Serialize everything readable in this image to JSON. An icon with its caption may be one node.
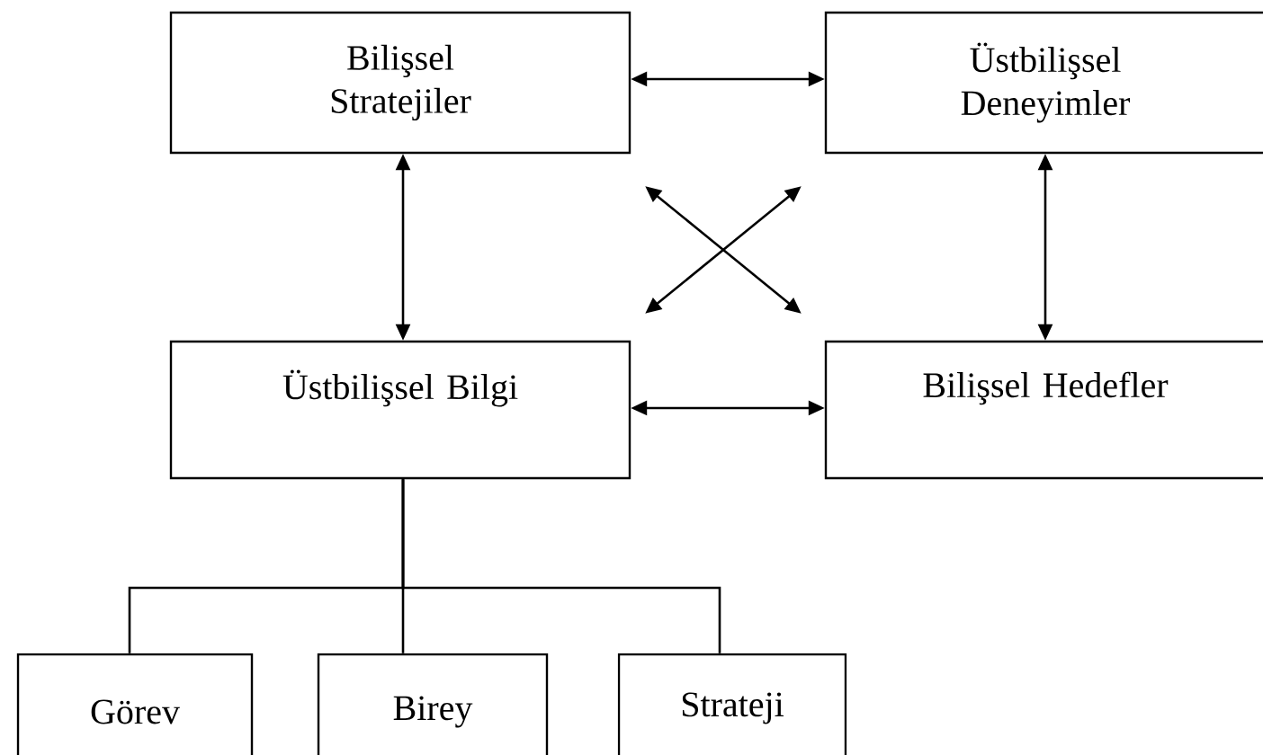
{
  "diagram": {
    "nodes": [
      {
        "text": [
          "Bilişsel Stratejiler"
        ]
      },
      {
        "text": [
          "Üstbilişsel Deneyimler"
        ]
      },
      {
        "text": [
          "Üstbilişsel Bilgi"
        ]
      },
      {
        "text": [
          "Bilişsel Hedefler"
        ]
      },
      {
        "text": [
          "Görev"
        ]
      },
      {
        "text": [
          "Birey"
        ]
      },
      {
        "text": [
          "Strateji"
        ]
      }
    ],
    "edges": [
      {
        "from": 0,
        "to": 1,
        "arrow": "both"
      },
      {
        "from": 0,
        "to": 2,
        "arrow": "both"
      },
      {
        "from": 1,
        "to": 3,
        "arrow": "both"
      },
      {
        "from": 0,
        "to": 3,
        "arrow": "both"
      },
      {
        "from": 1,
        "to": 2,
        "arrow": "both"
      },
      {
        "from": 2,
        "to": 3,
        "arrow": "both"
      },
      {
        "from": 2,
        "to": 4,
        "arrow": "none"
      },
      {
        "from": 2,
        "to": 5,
        "arrow": "none"
      },
      {
        "from": 2,
        "to": 6,
        "arrow": "none"
      }
    ]
  }
}
